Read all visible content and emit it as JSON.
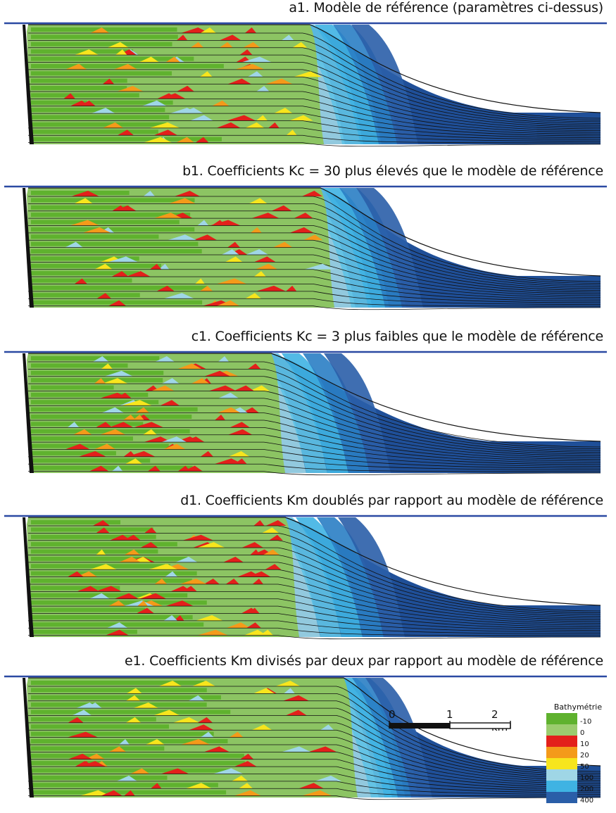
{
  "panels": [
    {
      "id": "a1",
      "title": "a1. Modèle de référence (paramètres ci-dessus)"
    },
    {
      "id": "b1",
      "title": "b1. Coefficients Kc = 30 plus élevés que le modèle de référence"
    },
    {
      "id": "c1",
      "title": "c1. Coefficients Kc = 3 plus faibles que le modèle de référence"
    },
    {
      "id": "d1",
      "title": "d1. Coefficients Km doublés par rapport au modèle de référence"
    },
    {
      "id": "e1",
      "title": "e1. Coefficients Km divisés par deux par rapport au modèle de référence"
    }
  ],
  "scale_bar": {
    "labels": [
      "0",
      "1",
      "2 km"
    ]
  },
  "legend": {
    "title": "Bathymétrie",
    "entries": [
      {
        "label": "-10",
        "color": "#5fb22e"
      },
      {
        "label": "0",
        "color": "#9bcc6e"
      },
      {
        "label": "10",
        "color": "#e3201b"
      },
      {
        "label": "20",
        "color": "#f49a1a"
      },
      {
        "label": "50",
        "color": "#f7e51d"
      },
      {
        "label": "100",
        "color": "#9fd6e6"
      },
      {
        "label": "200",
        "color": "#3fb3e3"
      },
      {
        "label": "400",
        "color": "#2a5ea8"
      }
    ],
    "deep_color": "#173d80"
  }
}
